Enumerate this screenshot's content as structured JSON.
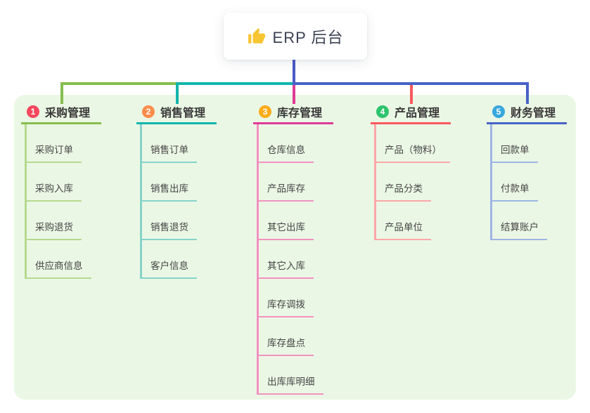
{
  "root": {
    "title": "ERP 后台",
    "icon": "thumbs-up-icon",
    "icon_color": "#f7c531",
    "connector_color": "#4a5ac5"
  },
  "panel": {
    "background": "#ebf7e5"
  },
  "branches": [
    {
      "number": "1",
      "label": "采购管理",
      "badge_color": "#f4485e",
      "line_color": "#85bd4f",
      "child_line_color": "#b4da8e",
      "children": [
        "采购订单",
        "采购入库",
        "采购退货",
        "供应商信息"
      ]
    },
    {
      "number": "2",
      "label": "销售管理",
      "badge_color": "#fb8d4c",
      "line_color": "#13b5ab",
      "child_line_color": "#85d3ca",
      "children": [
        "销售订单",
        "销售出库",
        "销售退货",
        "客户信息"
      ]
    },
    {
      "number": "3",
      "label": "库存管理",
      "badge_color": "#fbac19",
      "line_color": "#e03a96",
      "child_line_color": "#f291c0",
      "children": [
        "仓库信息",
        "产品库存",
        "其它出库",
        "其它入库",
        "库存调拨",
        "库存盘点",
        "出库库明细"
      ]
    },
    {
      "number": "4",
      "label": "产品管理",
      "badge_color": "#2dc46e",
      "line_color": "#f85a5e",
      "child_line_color": "#fba6a8",
      "children": [
        "产品（物料）",
        "产品分类",
        "产品单位"
      ]
    },
    {
      "number": "5",
      "label": "财务管理",
      "badge_color": "#38a7de",
      "line_color": "#4763c6",
      "child_line_color": "#9eb5e5",
      "children": [
        "回款单",
        "付款单",
        "结算账户"
      ]
    }
  ]
}
